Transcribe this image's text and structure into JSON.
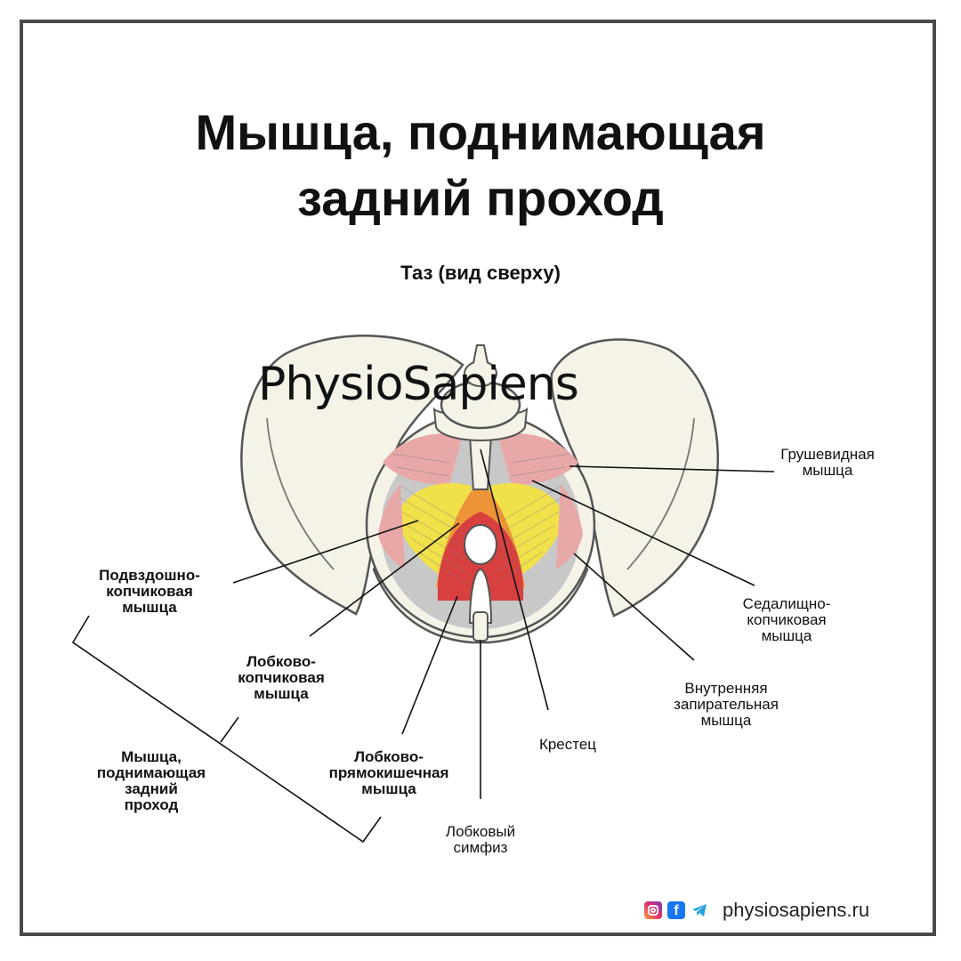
{
  "title": {
    "line1": "Мышца, поднимающая",
    "line2": "задний проход"
  },
  "subtitle": "Таз (вид сверху)",
  "logo": "PhysioSapiens",
  "labels": {
    "piriformis": [
      "Грушевидная",
      "мышца"
    ],
    "iliococcygeus": [
      "Подвздошно-",
      "копчиковая",
      "мышца"
    ],
    "ischiococcygeus": [
      "Седалищно-",
      "копчиковая",
      "мышца"
    ],
    "pubococcygeus": [
      "Лобково-",
      "копчиковая",
      "мышца"
    ],
    "obturator_internus": [
      "Внутренняя",
      "запирательная",
      "мышца"
    ],
    "sacrum": "Крестец",
    "levator_ani": [
      "Мышца,",
      "поднимающая",
      "задний",
      "проход"
    ],
    "puborectalis": [
      "Лобково-",
      "прямокишечная",
      "мышца"
    ],
    "pubic_symphysis": [
      "Лобковый",
      "симфиз"
    ]
  },
  "footer": {
    "icons": [
      "instagram-icon",
      "facebook-icon",
      "telegram-icon"
    ],
    "facebook_glyph": "f",
    "site": "physiosapiens.ru"
  },
  "colors": {
    "frame": "#4a4a4a",
    "bone": "#f5f3e8",
    "bone_outline": "#555555",
    "muscle_yellow": "#f0e04a",
    "muscle_orange": "#ee9438",
    "muscle_red": "#d84040",
    "muscle_pink": "#e8a8a8",
    "muscle_gray": "#c8c8c8"
  }
}
